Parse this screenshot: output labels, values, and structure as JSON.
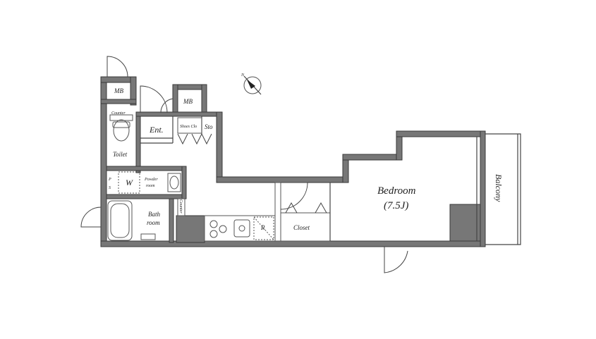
{
  "rooms": {
    "bedroom": "Bedroom",
    "bedroom_size": "(7.5J)",
    "balcony": "Balcony",
    "closet": "Closet",
    "entrance": "Ent.",
    "toilet": "Toilet",
    "counter_toilet": "Counter",
    "mb_left": "MB",
    "mb_right": "MB",
    "shoes_closet": "Shoes Clo",
    "storage": "Sto",
    "washer": "W",
    "powder_room_1": "Powder",
    "powder_room_2": "room",
    "bath_1": "Bath",
    "bath_2": "room",
    "pipe_space_p": "P",
    "pipe_space_s": "S",
    "counter_side": "Counter",
    "refrigerator": "R"
  },
  "compass": {
    "label": "N"
  }
}
